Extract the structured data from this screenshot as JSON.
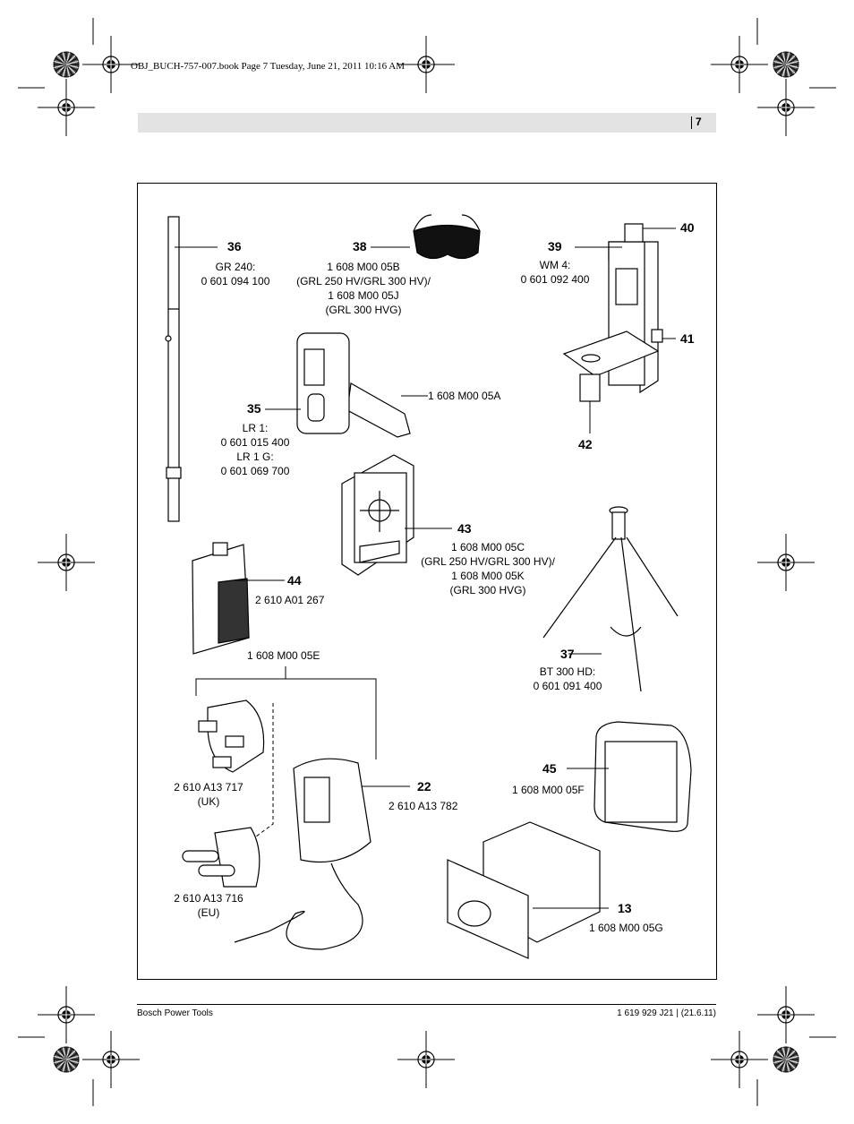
{
  "print_header": "OBJ_BUCH-757-007.book  Page 7  Tuesday, June 21, 2011  10:16 AM",
  "page_number": "7",
  "footer": {
    "left": "Bosch Power Tools",
    "right": "1 619 929 J21 | (21.6.11)"
  },
  "items": [
    {
      "num": "36",
      "lines": [
        "GR 240:",
        "0 601 094 100"
      ]
    },
    {
      "num": "38",
      "lines": [
        "1 608 M00 05B",
        "(GRL 250 HV/GRL 300 HV)/",
        "1 608 M00 05J",
        "(GRL 300 HVG)"
      ]
    },
    {
      "num": "39",
      "lines": [
        "WM 4:",
        "0 601 092 400"
      ]
    },
    {
      "num": "40",
      "lines": []
    },
    {
      "num": "41",
      "lines": []
    },
    {
      "num": "42",
      "lines": []
    },
    {
      "num": "35",
      "lines": [
        "LR 1:",
        "0 601 015 400",
        "LR 1 G:",
        "0 601 069 700"
      ]
    },
    {
      "num": "",
      "lines": [
        "1 608 M00 05A"
      ]
    },
    {
      "num": "43",
      "lines": [
        "1 608 M00 05C",
        "(GRL 250 HV/GRL 300 HV)/",
        "1 608 M00 05K",
        "(GRL 300 HVG)"
      ]
    },
    {
      "num": "44",
      "lines": [
        "2 610 A01 267"
      ]
    },
    {
      "num": "37",
      "lines": [
        "BT 300 HD:",
        "0 601 091 400"
      ]
    },
    {
      "num": "",
      "lines": [
        "1 608 M00 05E"
      ]
    },
    {
      "num": "22",
      "lines": [
        "2 610 A13 782"
      ]
    },
    {
      "num": "45",
      "lines": [
        "1 608 M00 05F"
      ]
    },
    {
      "num": "13",
      "lines": [
        "1 608 M00 05G"
      ]
    }
  ],
  "plugs": [
    {
      "lines": [
        "2 610 A13 717",
        "(UK)"
      ]
    },
    {
      "lines": [
        "2 610 A13 716",
        "(EU)"
      ]
    }
  ]
}
